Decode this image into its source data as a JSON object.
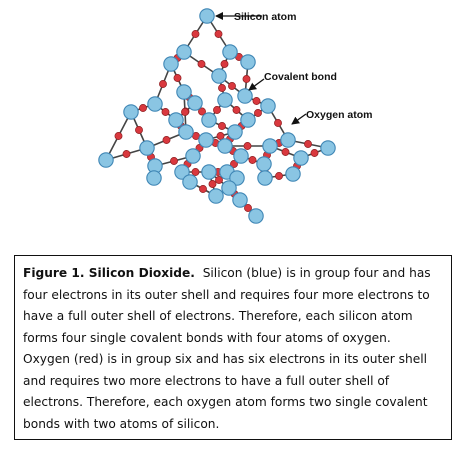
{
  "diagram": {
    "labels": {
      "silicon": "Silicon atom",
      "covalent": "Covalent bond",
      "oxygen": "Oxygen atom"
    },
    "colors": {
      "silicon": "#8ac5e3",
      "oxygen": "#d9383e",
      "bond": "#444444"
    }
  },
  "caption": {
    "title": "Figure 1. Silicon Dioxide.",
    "paragraph1": "Silicon (blue) is in group four and has four electrons in its outer shell and requires four more electrons to have a full outer shell of electrons. Therefore, each silicon atom forms four single covalent bonds with four atoms of oxygen.",
    "paragraph2": "Oxygen (red) is in group six and has six electrons in its outer shell and requires two more electrons to have a full outer shell of electrons. Therefore, each oxygen atom forms two single covalent bonds with two atoms of silicon."
  }
}
